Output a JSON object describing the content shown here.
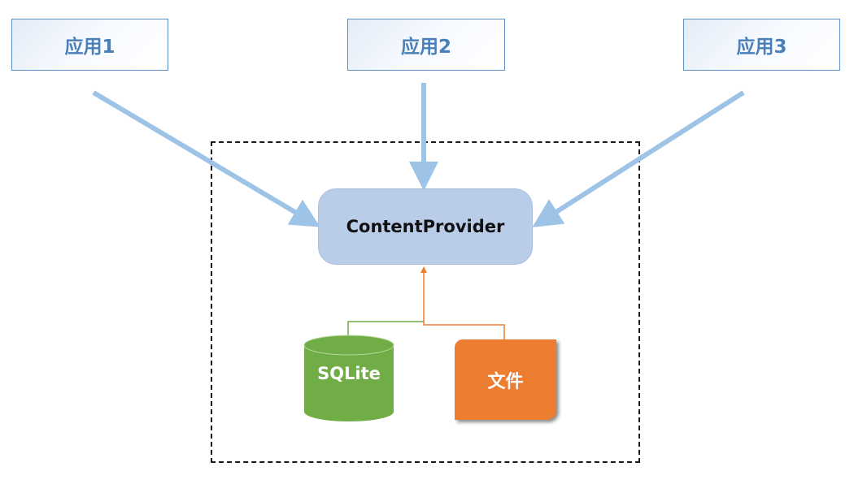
{
  "diagram": {
    "apps": [
      {
        "label": "应用1"
      },
      {
        "label": "应用2"
      },
      {
        "label": "应用3"
      }
    ],
    "provider": {
      "label": "ContentProvider"
    },
    "stores": [
      {
        "label": "SQLite",
        "shape": "cylinder"
      },
      {
        "label": "文件",
        "shape": "document"
      }
    ],
    "edges": [
      {
        "from": "应用1",
        "to": "ContentProvider"
      },
      {
        "from": "应用2",
        "to": "ContentProvider"
      },
      {
        "from": "应用3",
        "to": "ContentProvider"
      },
      {
        "from": "SQLite",
        "to": "ContentProvider"
      },
      {
        "from": "文件",
        "to": "ContentProvider"
      }
    ],
    "colors": {
      "app_border": "#5b8fc7",
      "app_text": "#4a7fb8",
      "arrow": "#9dc3e6",
      "provider_fill": "#b9cde9",
      "sqlite_fill": "#70ad47",
      "file_fill": "#ed7d31",
      "sqlite_line": "#70ad47",
      "file_line": "#ed7d31"
    }
  }
}
